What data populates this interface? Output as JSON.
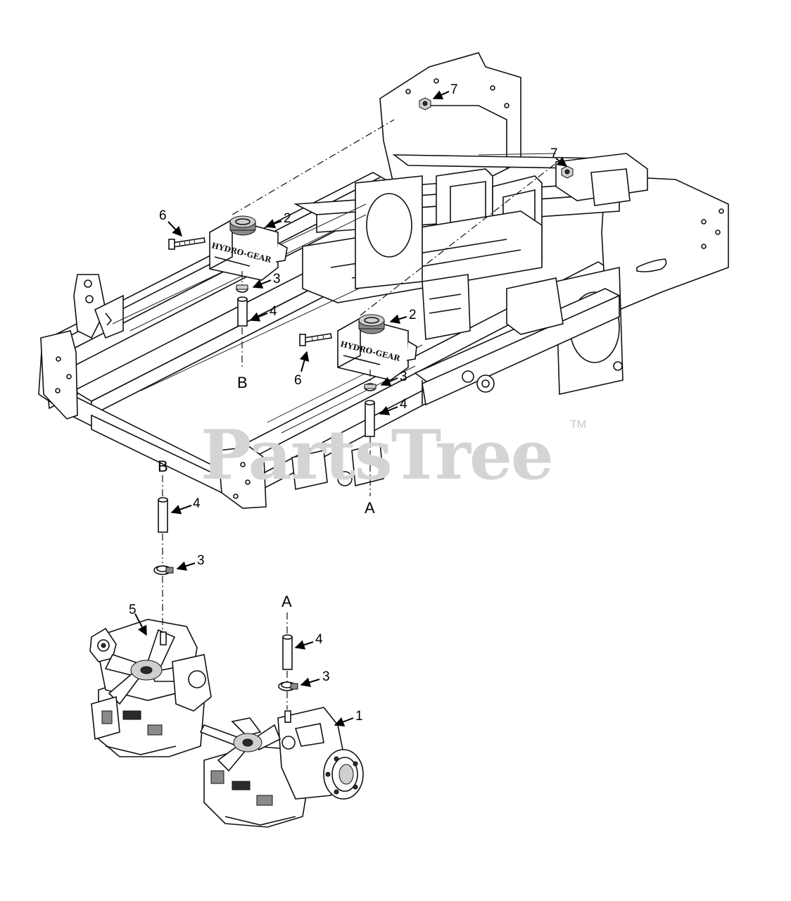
{
  "watermark": {
    "brand": "PartsTree",
    "trademark": "TM"
  },
  "callouts": {
    "c1": "1",
    "c2a": "2",
    "c2b": "2",
    "c3a": "3",
    "c3b": "3",
    "c3c": "3",
    "c3d": "3",
    "c4a": "4",
    "c4b": "4",
    "c4c": "4",
    "c4d": "4",
    "c5": "5",
    "c6a": "6",
    "c6b": "6",
    "c7a": "7",
    "c7b": "7"
  },
  "connectors": {
    "a_top": "A",
    "a_bottom": "A",
    "b_top": "B",
    "b_bottom": "B"
  },
  "reservoir_label": {
    "logo": "HYDRO-GEAR"
  }
}
